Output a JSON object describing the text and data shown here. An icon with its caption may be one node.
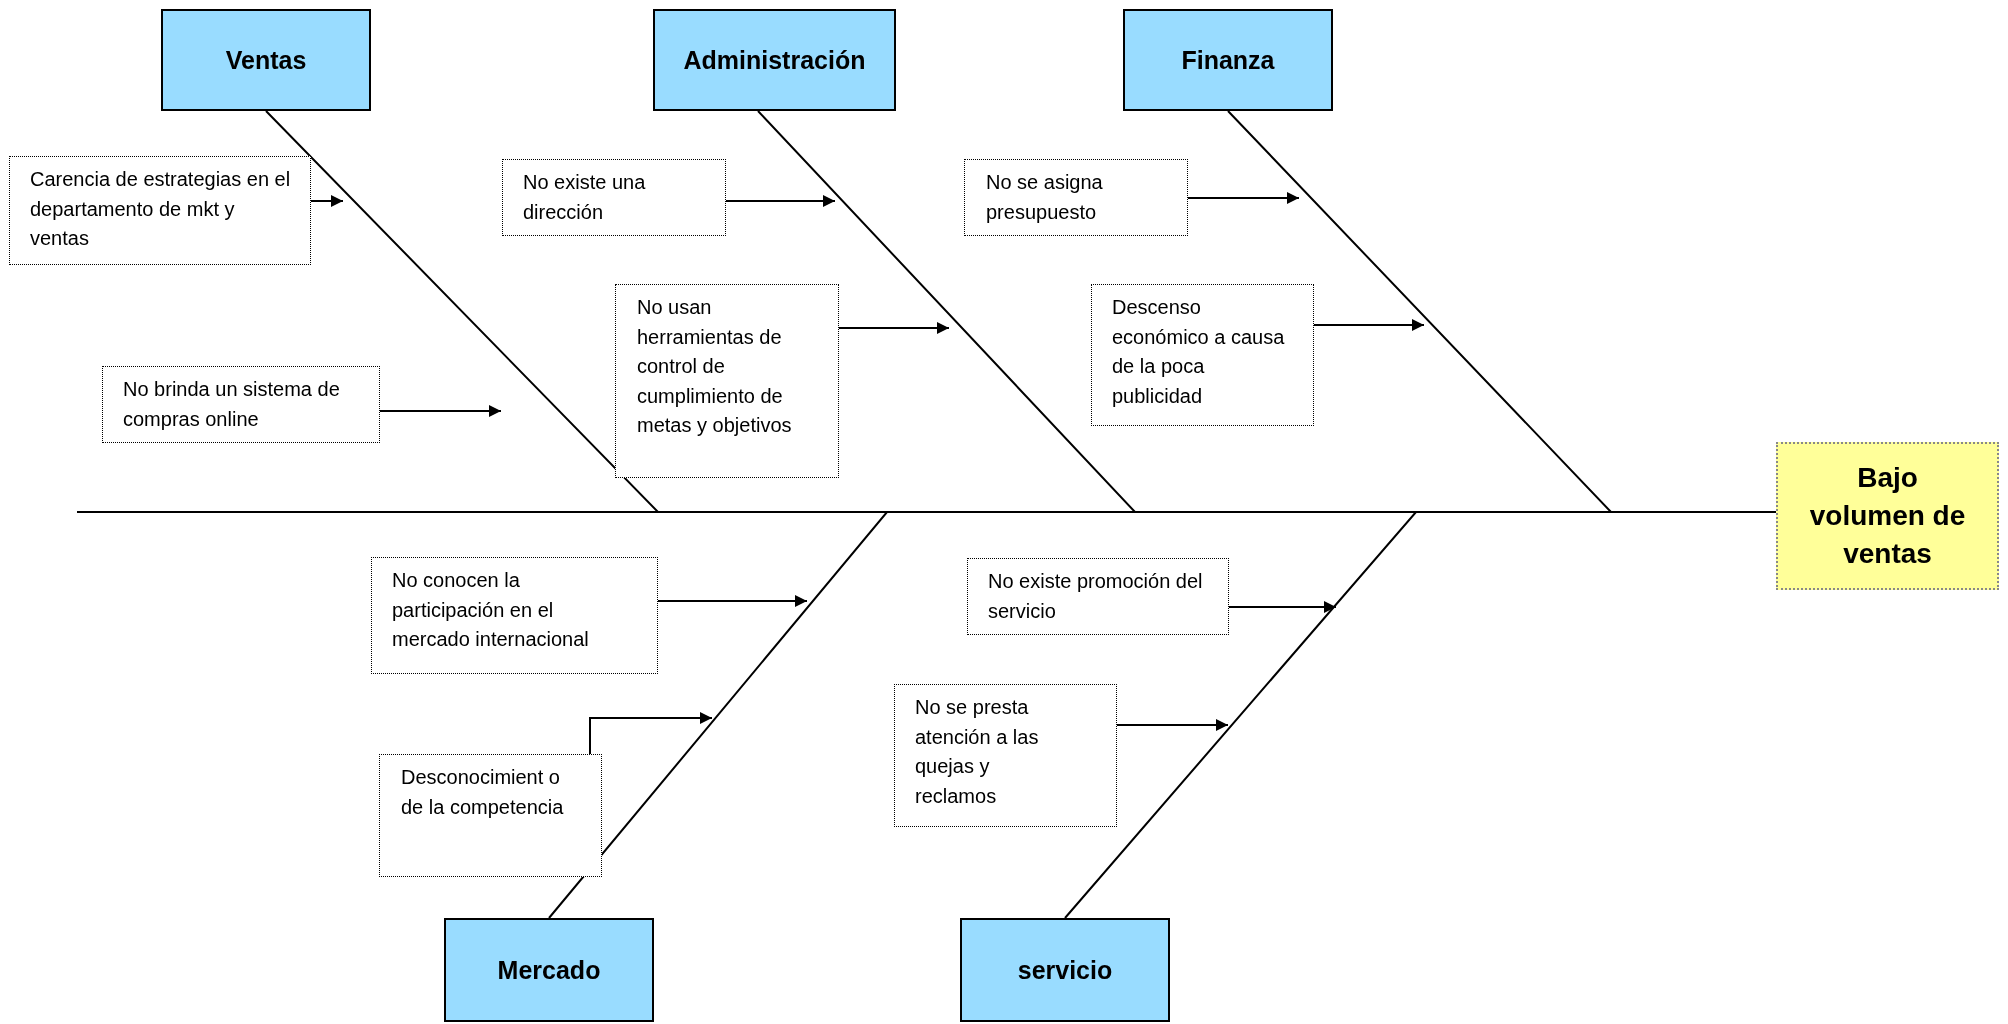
{
  "diagram": {
    "nodes": [
      {
        "text": [
          "Ventas"
        ]
      },
      {
        "text": [
          "Administración"
        ]
      },
      {
        "text": [
          "Finanza"
        ]
      },
      {
        "text": [
          "Mercado"
        ]
      },
      {
        "text": [
          "servicio"
        ]
      },
      {
        "text": [
          "Bajo volumen de ventas"
        ]
      },
      {
        "text": [
          "Carencia de estrategias en el departamento de mkt y ventas"
        ]
      },
      {
        "text": [
          "No brinda un sistema de compras online"
        ]
      },
      {
        "text": [
          "No existe una dirección"
        ]
      },
      {
        "text": [
          "No usan herramientas de control de cumplimiento de metas y objetivos"
        ]
      },
      {
        "text": [
          "No se asigna presupuesto"
        ]
      },
      {
        "text": [
          "Descenso económico a causa de la poca publicidad"
        ]
      },
      {
        "text": [
          "No conocen la participación en el mercado internacional"
        ]
      },
      {
        "text": [
          "Desconocimient o de la competencia"
        ]
      },
      {
        "text": [
          "No existe promoción del servicio"
        ]
      },
      {
        "text": [
          "No se presta atención a las quejas y reclamos"
        ]
      }
    ],
    "edges": [
      {
        "from": 0,
        "to": 5,
        "arrow": "none"
      },
      {
        "from": 1,
        "to": 5,
        "arrow": "none"
      },
      {
        "from": 2,
        "to": 5,
        "arrow": "none"
      },
      {
        "from": 3,
        "to": 5,
        "arrow": "none"
      },
      {
        "from": 4,
        "to": 5,
        "arrow": "none"
      },
      {
        "from": 6,
        "to": null,
        "arrow": "to"
      },
      {
        "from": 7,
        "to": null,
        "arrow": "to"
      },
      {
        "from": 8,
        "to": null,
        "arrow": "to"
      },
      {
        "from": 9,
        "to": null,
        "arrow": "to"
      },
      {
        "from": 10,
        "to": null,
        "arrow": "to"
      },
      {
        "from": 11,
        "to": null,
        "arrow": "to"
      },
      {
        "from": 12,
        "to": null,
        "arrow": "to"
      },
      {
        "from": 13,
        "to": null,
        "arrow": "to"
      },
      {
        "from": 14,
        "to": null,
        "arrow": "to"
      },
      {
        "from": 15,
        "to": null,
        "arrow": "to"
      }
    ]
  }
}
